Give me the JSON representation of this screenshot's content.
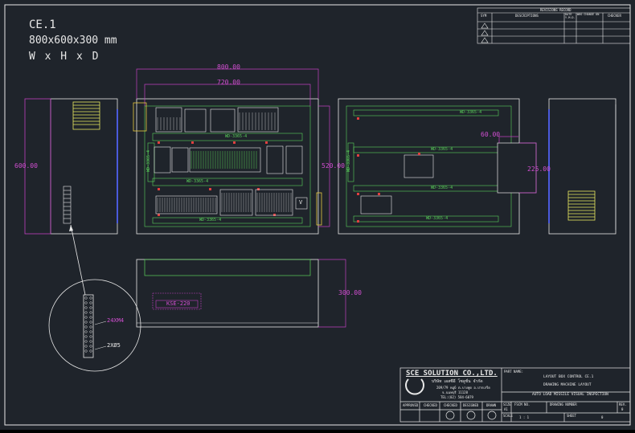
{
  "title_block_main": {
    "enclosure_id": "CE.1",
    "dimensions": "800x600x300 mm",
    "dimension_axes": "W x H x D"
  },
  "revision_record": {
    "heading": "REVISIONS RECORD",
    "columns": [
      "SYM",
      "DESCRIPTIONS",
      "DATE Y.M.D.",
      "WHO CHANGE ON",
      "CHECKER"
    ]
  },
  "dimensions": {
    "overall_width": "800.00",
    "inner_width": "720.00",
    "height_side": "600.00",
    "height_inner": "520.00",
    "door_offset": "60.00",
    "door_depth": "225.00",
    "depth": "300.00"
  },
  "labels": {
    "wireduct": "WD-3365-4",
    "cable_gland": "KSE-220",
    "terminal_size": "24XM4",
    "hole_size": "2XØ5",
    "v_box": "V"
  },
  "company": {
    "name": "SCE SOLUTION CO.,LTD.",
    "name_thai": "บริษัท เอสซีอี โซลูชั่น จำกัด",
    "address_line1": "209/79 หมู่6 ต.บางพูด อ.ปากเกร็ด",
    "address_line2": "จ.นนทบุรี 11120",
    "tel": "TEL:(02) 584-6079"
  },
  "signoff": {
    "columns": [
      "APPROVED",
      "CHECKED",
      "CHECKED",
      "DESIGNED",
      "DRAWN"
    ]
  },
  "title_block": {
    "part_name_label": "PART NAME:",
    "part_name_line1": "LAYOUT BOX CONTROL CE.1",
    "part_name_line2": "DRAWING MACHINE LAYOUT",
    "part_name_line3": "AUTO LOAD MISSILE VISUAL INSPECTION",
    "size_label": "SIZE",
    "size_value": "A1",
    "fscm_label": "FSCM NO.",
    "drawing_number_label": "DRAWING NUMBER",
    "rev_label": "REV.",
    "rev_value": "0",
    "scale_label": "SCALE",
    "scale_value": "1 : 1",
    "sheet_label": "SHEET",
    "sheet_value": "0"
  }
}
